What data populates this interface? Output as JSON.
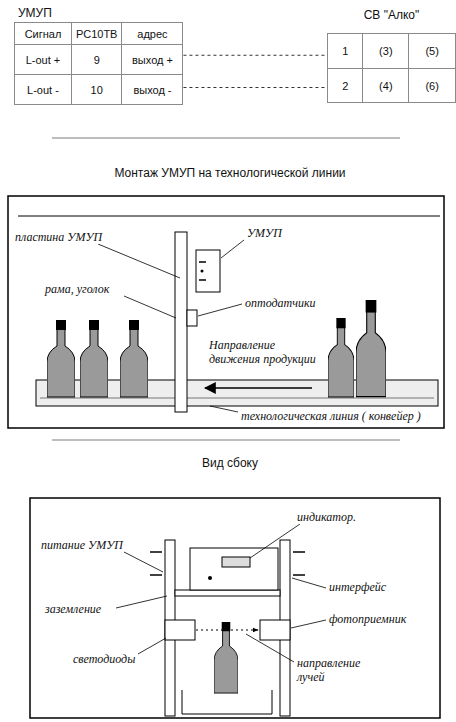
{
  "diagram": {
    "nodes": [
      {
        "text": [
          "УМУП",
          "Сигнал",
          "РС10ТВ",
          "адрес",
          "L-out +",
          "9",
          "выход +",
          "L-out -",
          "10",
          "выход -"
        ]
      },
      {
        "text": [
          "СВ \"Алко\"",
          "1",
          "(3)",
          "(5)",
          "2",
          "(4)",
          "(6)"
        ]
      }
    ],
    "edges": [
      {
        "from": 0,
        "to": 1,
        "arrow": "none"
      },
      {
        "from": 0,
        "to": 1,
        "arrow": "none"
      }
    ],
    "labels": [
      "Монтаж УМУП на технологической линии",
      "пластина УМУП",
      "УМУП",
      "рама, уголок",
      "оптодатчики",
      "Направление движения продукции",
      "технологическая линия ( конвейер )",
      "Вид сбоку",
      "питание УМУП",
      "индикатор.",
      "интерфейс",
      "заземление",
      "фотоприемник",
      "светодиоды",
      "направление лучей"
    ]
  }
}
